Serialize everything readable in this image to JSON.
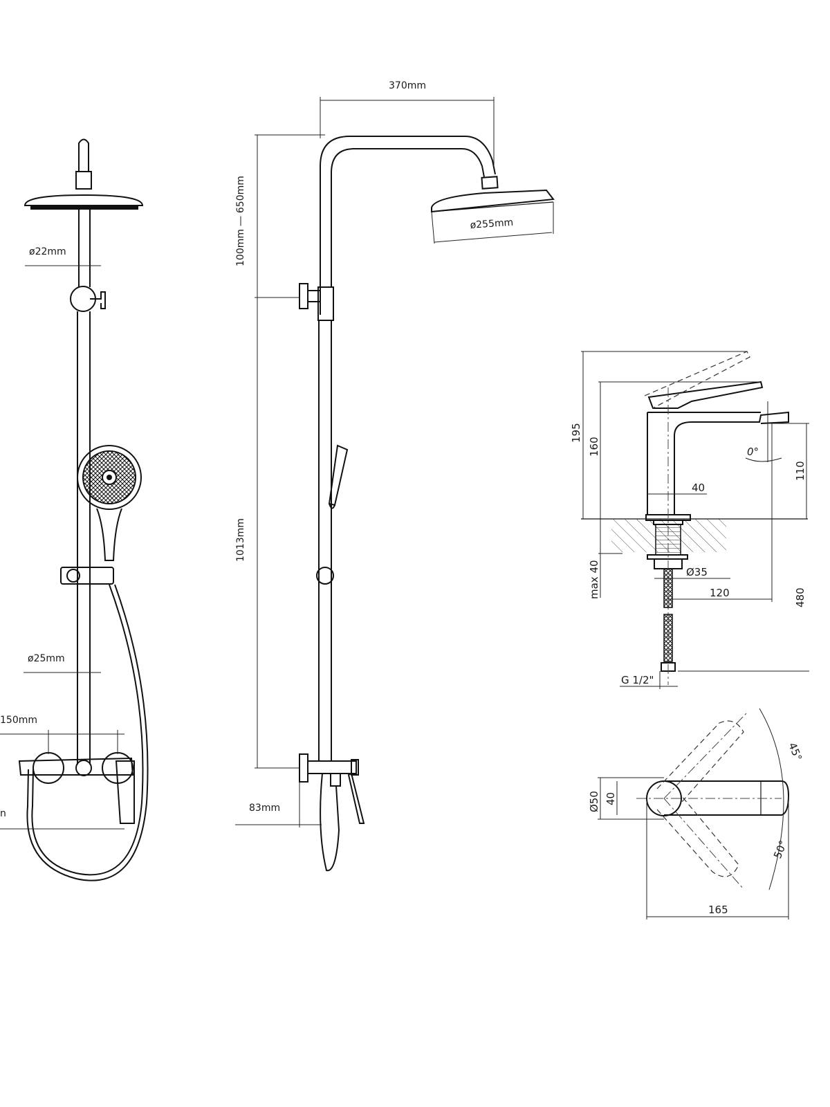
{
  "front_view": {
    "d_upper_pipe": "ø22mm",
    "d_lower_pipe": "ø25mm",
    "center_distance": "150mm",
    "left_edge_fragment": "n"
  },
  "side_view": {
    "arm_length": "370mm",
    "height_top": "100mm ― 650mm",
    "height_total": "1013mm",
    "head_diameter": "ø255mm",
    "wall_offset": "83mm"
  },
  "basin_side": {
    "height_open": "195",
    "height_closed": "160",
    "spout_height": "110",
    "angle": "0°",
    "body_width": "40",
    "max_deck": "max 40",
    "shank_diameter": "Ø35",
    "spout_reach": "120",
    "hose_length": "480",
    "thread": "G 1/2\""
  },
  "basin_top": {
    "base_diameter": "Ø50",
    "body_width": "40",
    "angle_upper": "45°",
    "angle_lower": "50°",
    "length": "165"
  }
}
